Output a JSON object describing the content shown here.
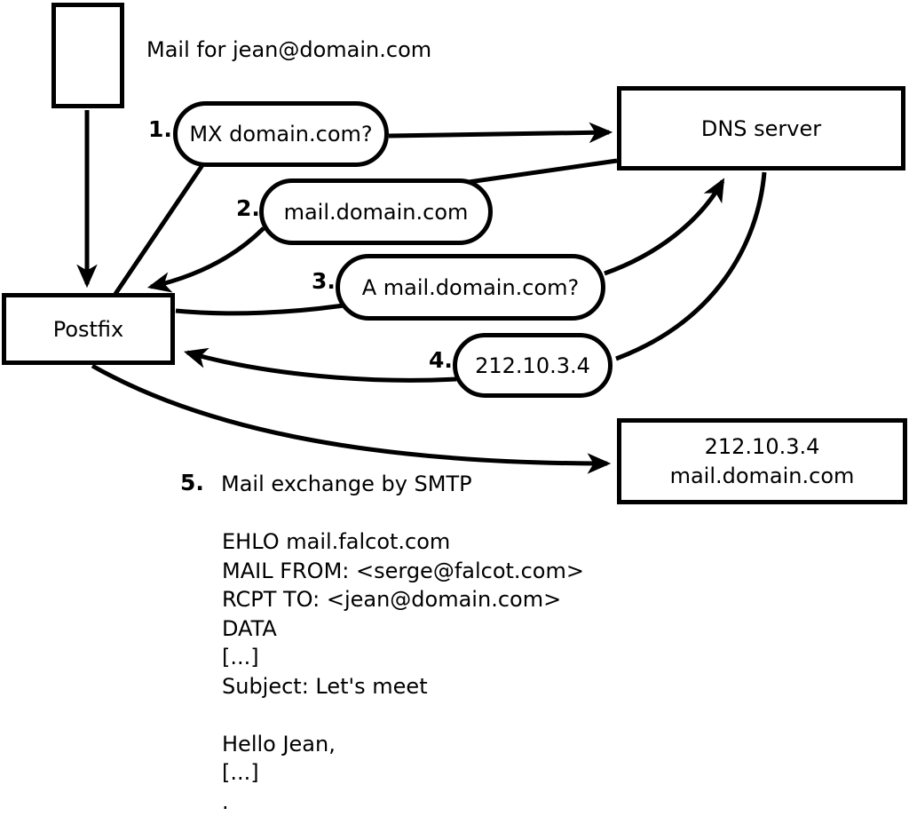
{
  "caption": {
    "text": "Mail for jean@domain.com"
  },
  "nodes": {
    "postfix": {
      "label": "Postfix"
    },
    "dns_server": {
      "label": "DNS server"
    },
    "mail_server": {
      "line1": "212.10.3.4",
      "line2": "mail.domain.com"
    }
  },
  "steps": [
    {
      "num": "1.",
      "label": "MX domain.com?"
    },
    {
      "num": "2.",
      "label": "mail.domain.com"
    },
    {
      "num": "3.",
      "label": "A mail.domain.com?"
    },
    {
      "num": "4.",
      "label": "212.10.3.4"
    },
    {
      "num": "5.",
      "label": "Mail exchange by SMTP"
    }
  ],
  "smtp": {
    "lines": [
      "EHLO mail.falcot.com",
      "MAIL FROM: <serge@falcot.com>",
      "RCPT TO: <jean@domain.com>",
      "DATA",
      "[...]",
      "Subject: Let's meet",
      "",
      "Hello Jean,",
      "[...]",
      "."
    ]
  },
  "colors": {
    "ink": "#000000",
    "background": "#ffffff"
  }
}
